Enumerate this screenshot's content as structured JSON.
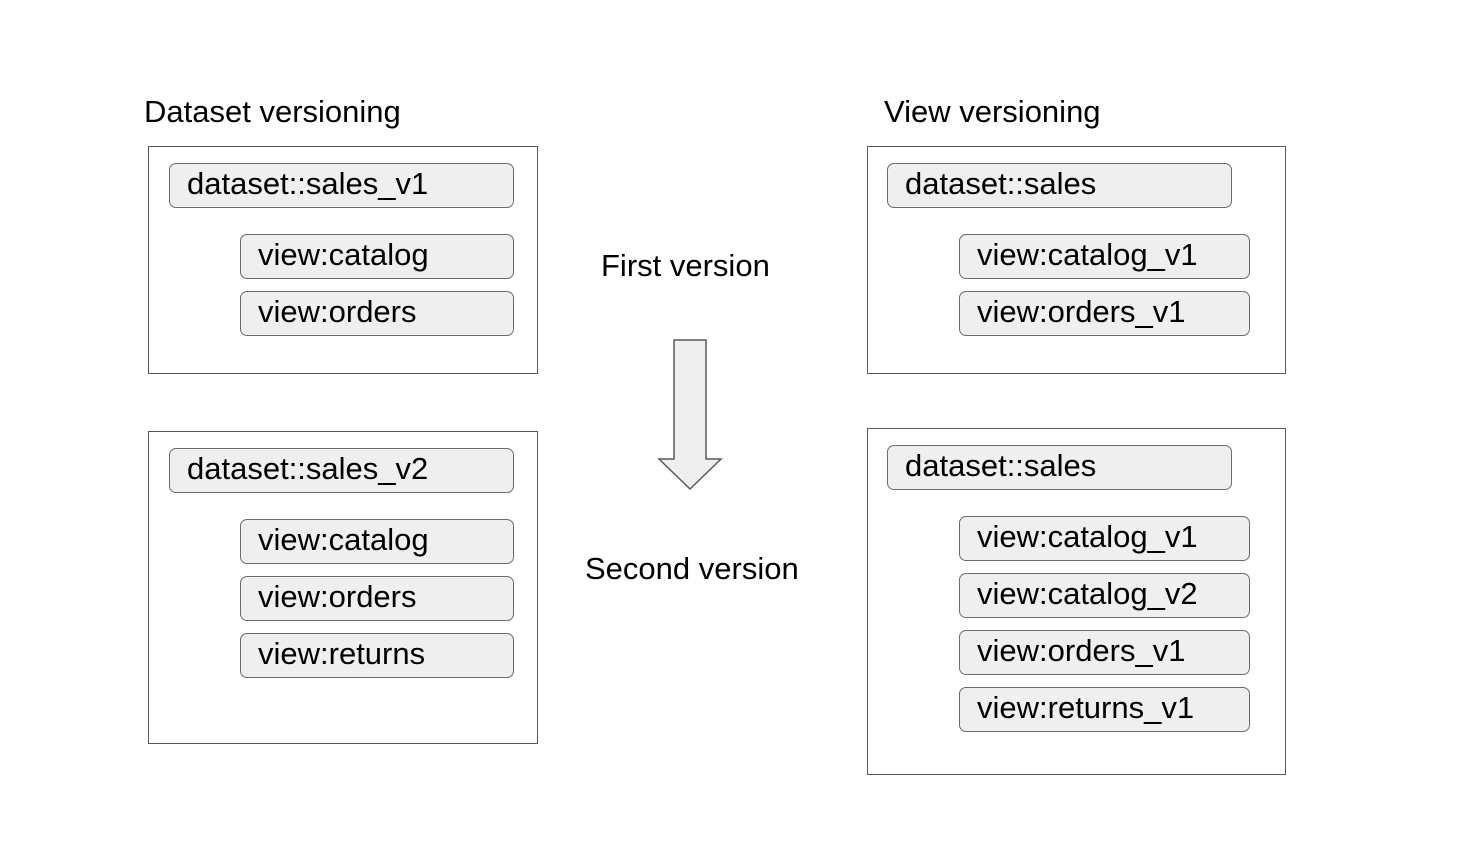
{
  "headings": {
    "dataset": "Dataset versioning",
    "view": "View versioning"
  },
  "labels": {
    "first": "First version",
    "second": "Second version"
  },
  "dataset_versioning": {
    "first": {
      "dataset": "dataset::sales_v1",
      "views": [
        "view:catalog",
        "view:orders"
      ]
    },
    "second": {
      "dataset": "dataset::sales_v2",
      "views": [
        "view:catalog",
        "view:orders",
        "view:returns"
      ]
    }
  },
  "view_versioning": {
    "first": {
      "dataset": "dataset::sales",
      "views": [
        "view:catalog_v1",
        "view:orders_v1"
      ]
    },
    "second": {
      "dataset": "dataset::sales",
      "views": [
        "view:catalog_v1",
        "view:catalog_v2",
        "view:orders_v1",
        "view:returns_v1"
      ]
    }
  },
  "colors": {
    "pill_fill": "#efefef",
    "pill_border": "#6b6b6b",
    "panel_border": "#595959",
    "arrow_fill": "#efefef",
    "arrow_stroke": "#595959"
  }
}
